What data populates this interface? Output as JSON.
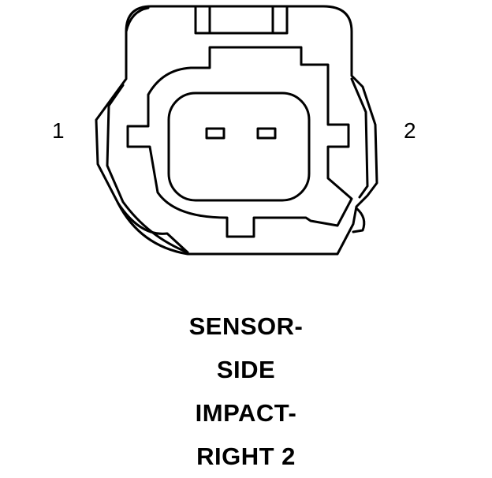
{
  "diagram": {
    "pin_labels": [
      "1",
      "2"
    ],
    "title_lines": [
      "SENSOR-",
      "SIDE",
      "IMPACT-",
      "RIGHT 2"
    ]
  }
}
